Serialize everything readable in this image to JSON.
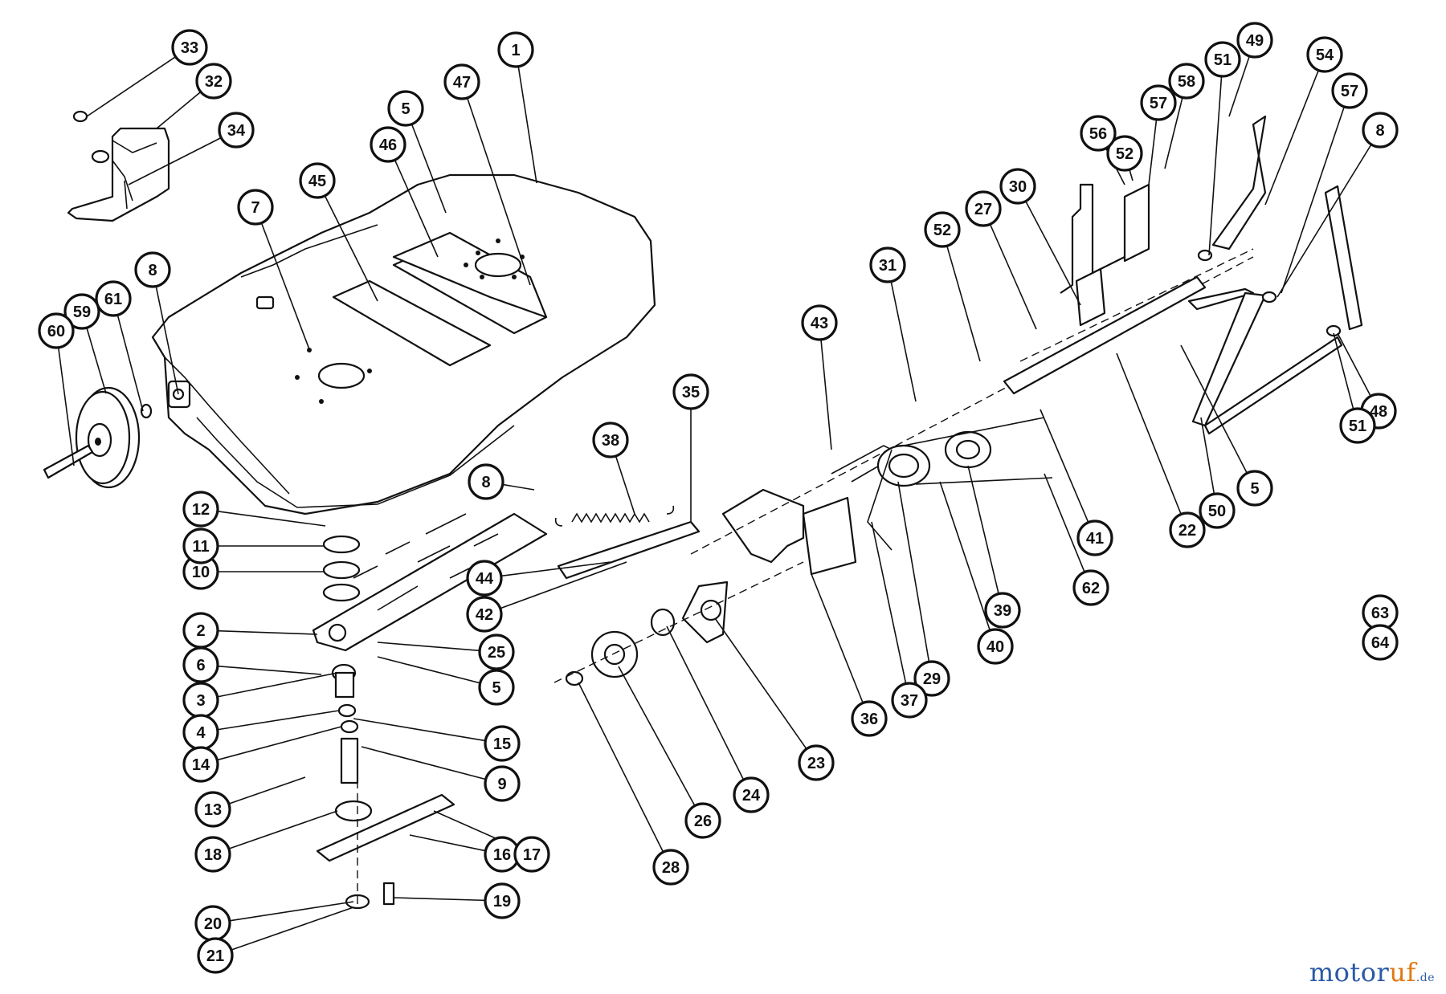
{
  "diagram": {
    "callouts": [
      {
        "n": "1"
      },
      {
        "n": "2"
      },
      {
        "n": "3"
      },
      {
        "n": "4"
      },
      {
        "n": "5"
      },
      {
        "n": "5"
      },
      {
        "n": "5"
      },
      {
        "n": "6"
      },
      {
        "n": "7"
      },
      {
        "n": "8"
      },
      {
        "n": "8"
      },
      {
        "n": "8"
      },
      {
        "n": "9"
      },
      {
        "n": "10"
      },
      {
        "n": "11"
      },
      {
        "n": "12"
      },
      {
        "n": "13"
      },
      {
        "n": "14"
      },
      {
        "n": "15"
      },
      {
        "n": "16"
      },
      {
        "n": "17"
      },
      {
        "n": "18"
      },
      {
        "n": "19"
      },
      {
        "n": "20"
      },
      {
        "n": "21"
      },
      {
        "n": "22"
      },
      {
        "n": "23"
      },
      {
        "n": "24"
      },
      {
        "n": "25"
      },
      {
        "n": "26"
      },
      {
        "n": "27"
      },
      {
        "n": "28"
      },
      {
        "n": "29"
      },
      {
        "n": "30"
      },
      {
        "n": "31"
      },
      {
        "n": "32"
      },
      {
        "n": "33"
      },
      {
        "n": "34"
      },
      {
        "n": "35"
      },
      {
        "n": "36"
      },
      {
        "n": "37"
      },
      {
        "n": "38"
      },
      {
        "n": "39"
      },
      {
        "n": "40"
      },
      {
        "n": "41"
      },
      {
        "n": "42"
      },
      {
        "n": "43"
      },
      {
        "n": "44"
      },
      {
        "n": "45"
      },
      {
        "n": "46"
      },
      {
        "n": "47"
      },
      {
        "n": "48"
      },
      {
        "n": "49"
      },
      {
        "n": "50"
      },
      {
        "n": "51"
      },
      {
        "n": "51"
      },
      {
        "n": "52"
      },
      {
        "n": "52"
      },
      {
        "n": "54"
      },
      {
        "n": "56"
      },
      {
        "n": "57"
      },
      {
        "n": "57"
      },
      {
        "n": "58"
      },
      {
        "n": "59"
      },
      {
        "n": "60"
      },
      {
        "n": "61"
      },
      {
        "n": "62"
      },
      {
        "n": "63"
      },
      {
        "n": "64"
      }
    ]
  },
  "watermark": {
    "main": "motor",
    "accent": "uf",
    "tld": ".de"
  }
}
